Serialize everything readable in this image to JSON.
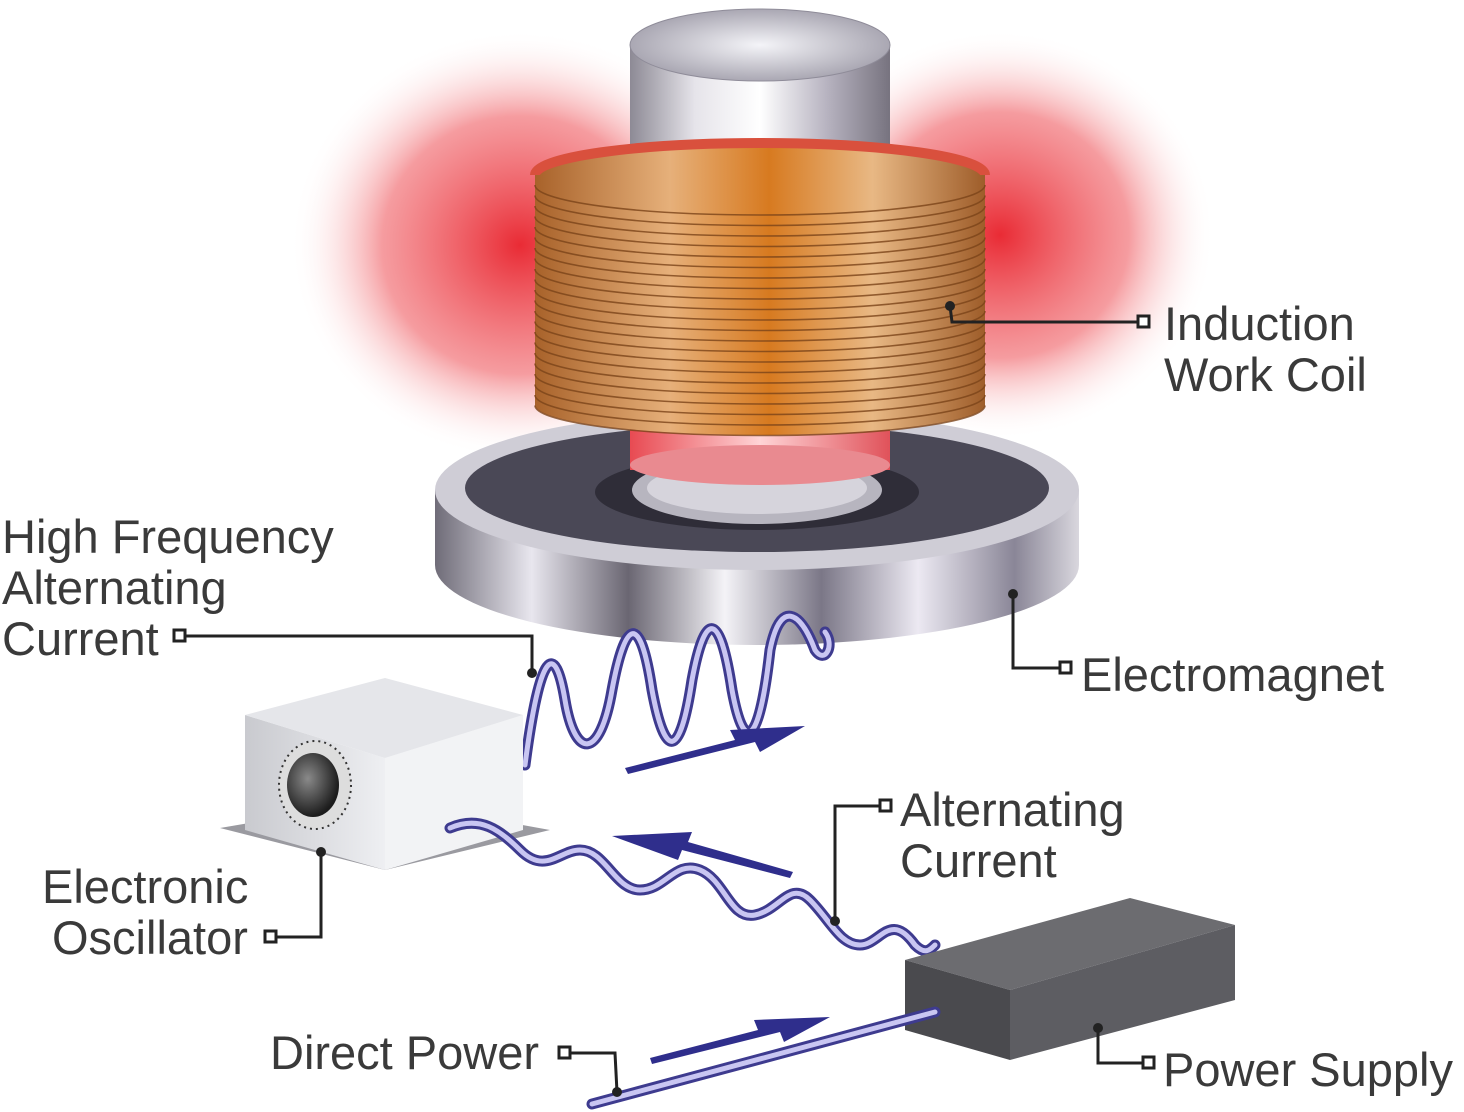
{
  "colors": {
    "glow": "#e8202a",
    "copper": "#c9783a",
    "wire": "#8a86d8",
    "arrow": "#2f2e8c",
    "text": "#3a3a3a"
  },
  "labels": {
    "induction_work_coil": [
      "Induction",
      "Work Coil"
    ],
    "high_frequency_ac": [
      "High Frequency",
      "Alternating",
      "Current"
    ],
    "electromagnet": [
      "Electromagnet"
    ],
    "alternating_current": [
      "Alternating",
      "Current"
    ],
    "electronic_oscillator": [
      "Electronic",
      "Oscillator"
    ],
    "direct_power": [
      "Direct Power"
    ],
    "power_supply": [
      "Power Supply"
    ]
  }
}
